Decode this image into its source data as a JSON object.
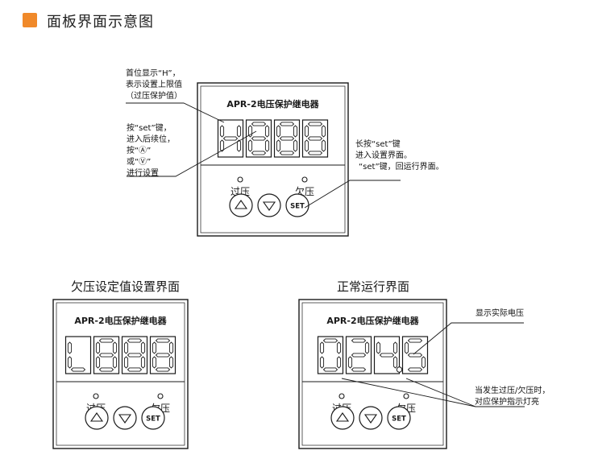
{
  "heading": "面板界面示意图",
  "panels": [
    {
      "id": "top",
      "device_title": "APR-2电压保护继电器",
      "digits": [
        "H",
        "8",
        "8",
        "8"
      ],
      "dot_after": null,
      "lamps": [
        "过压",
        "欠压"
      ],
      "buttons": [
        "up",
        "down",
        "SET"
      ]
    },
    {
      "id": "left",
      "caption": "欠压设定值设置界面",
      "device_title": "APR-2电压保护继电器",
      "digits": [
        "L",
        "8",
        "8",
        "8"
      ],
      "dot_after": null,
      "lamps": [
        "过压",
        "欠压"
      ],
      "buttons": [
        "up",
        "down",
        "SET"
      ]
    },
    {
      "id": "right",
      "caption": "正常运行界面",
      "device_title": "APR-2电压保护继电器",
      "digits": [
        "0",
        "2",
        "4",
        "5"
      ],
      "dot_after": 2,
      "lamps": [
        "过压",
        "欠压"
      ],
      "buttons": [
        "up",
        "down",
        "SET"
      ]
    }
  ],
  "notes": {
    "top_display": [
      "首位显示“H”，",
      "表示设置上限值",
      "（过压保护值）"
    ],
    "top_keys": [
      "按“set”键，",
      "进入后续位，",
      "按“Ⓐ”",
      "或“Ⓥ”",
      "进行设置"
    ],
    "top_set": [
      "长按“set”键",
      "进入设置界面。",
      "“set”键，回运行界面。"
    ],
    "right_display": [
      "显示实际电压"
    ],
    "right_lamps": [
      "当发生过压/欠压时，",
      "对应保护指示灯亮"
    ]
  },
  "colors": {
    "accent": "#f0892a",
    "line": "#1a1a1a"
  }
}
